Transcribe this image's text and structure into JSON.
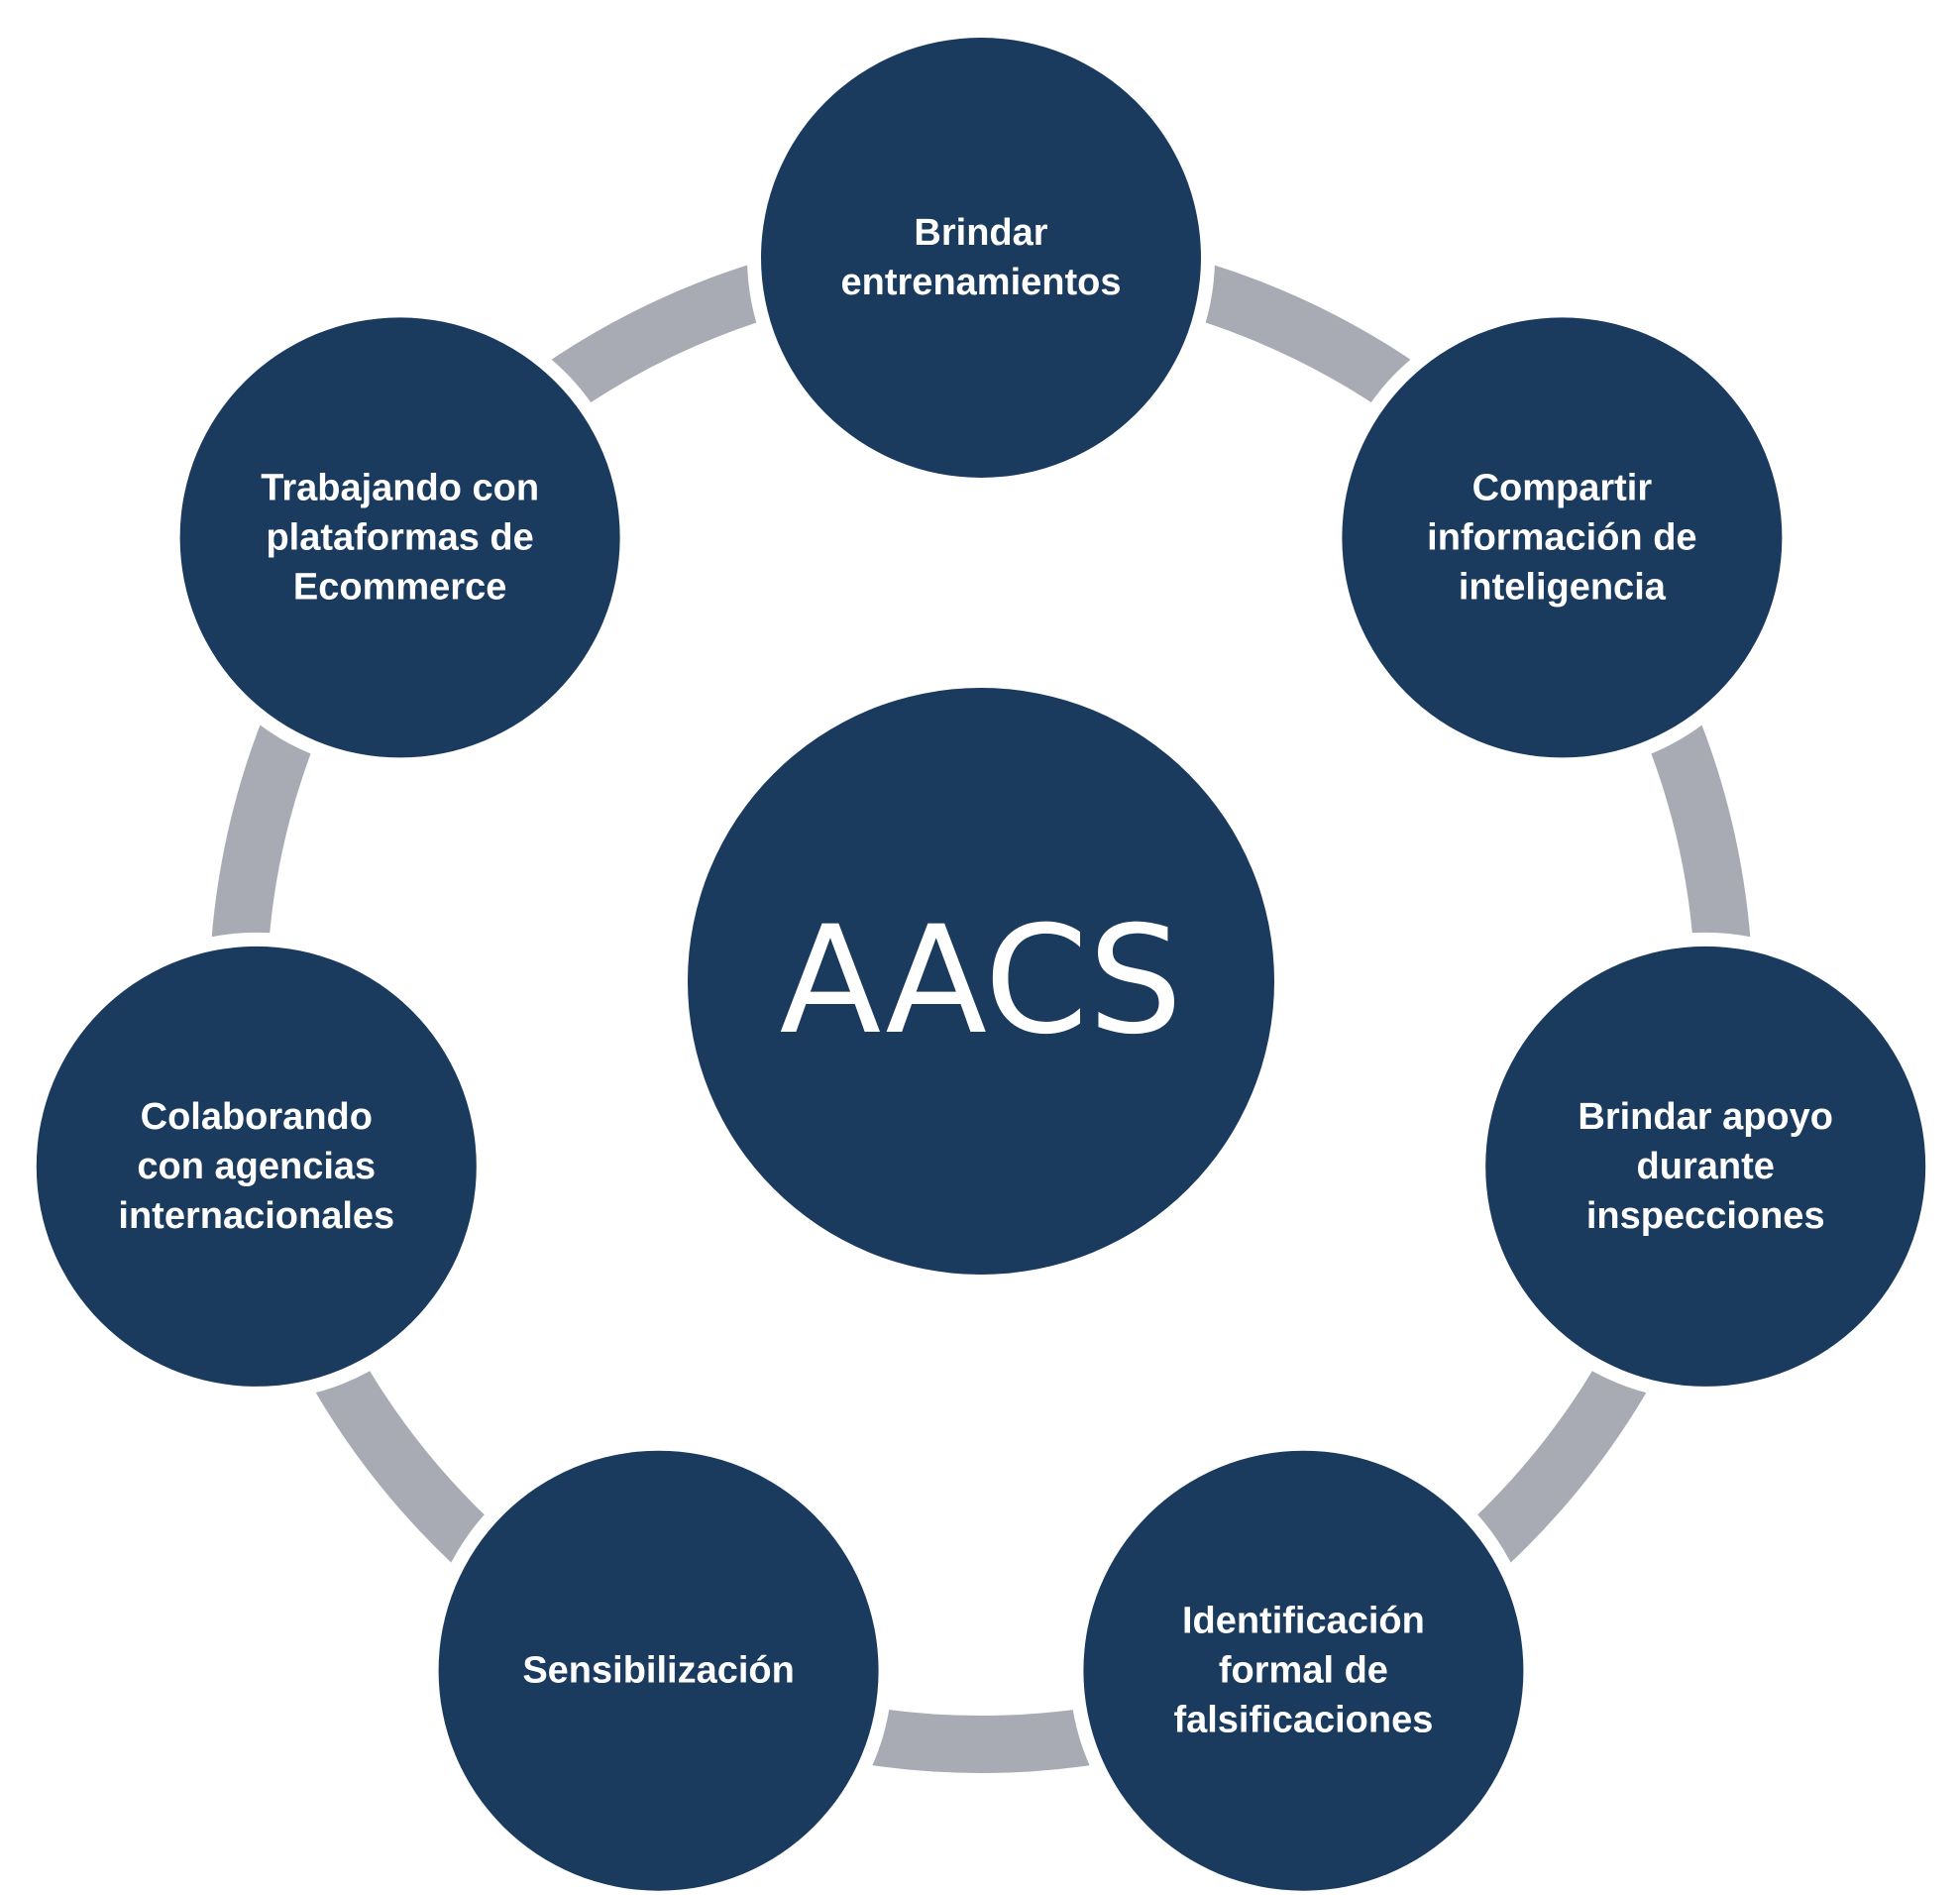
{
  "diagram": {
    "center": {
      "label": "AACS"
    },
    "nodes": [
      {
        "id": "brindar-entrenamientos",
        "lines": [
          "Brindar",
          "entrenamientos"
        ]
      },
      {
        "id": "compartir-informacion",
        "lines": [
          "Compartir",
          "información de",
          "inteligencia"
        ]
      },
      {
        "id": "brindar-apoyo",
        "lines": [
          "Brindar apoyo",
          "durante",
          "inspecciones"
        ]
      },
      {
        "id": "identificacion-formal",
        "lines": [
          "Identificación",
          "formal de",
          "falsificaciones"
        ]
      },
      {
        "id": "sensibilizacion",
        "lines": [
          "Sensibilización"
        ]
      },
      {
        "id": "colaborando-agencias",
        "lines": [
          "Colaborando",
          "con agencias",
          "internacionales"
        ]
      },
      {
        "id": "trabajando-ecommerce",
        "lines": [
          "Trabajando con",
          "plataformas de",
          "Ecommerce"
        ]
      }
    ],
    "colors": {
      "node_fill": "#1a3a5e",
      "ring": "#a9abb4",
      "text": "#ffffff",
      "background": "#ffffff"
    }
  }
}
